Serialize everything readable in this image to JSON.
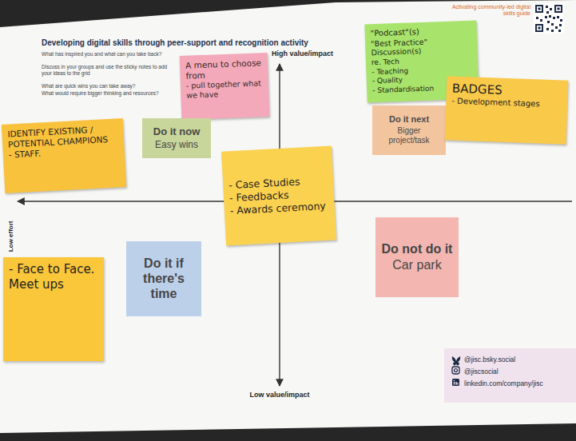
{
  "diagram": {
    "title": "Developing digital skills through peer-support and recognition activity",
    "nodes": [
      {
        "text": [
          "A menu to choose from",
          "- pull together what we have"
        ]
      },
      {
        "text": [
          "\"Podcast\"(s)",
          "\"Best Practice\" Discussion(s)",
          "re. Tech",
          "- Teaching",
          "- Quality",
          "- Standardisation"
        ]
      },
      {
        "text": [
          "Do it now",
          "Easy wins"
        ]
      },
      {
        "text": [
          "Do it next",
          "Bigger project/task"
        ]
      },
      {
        "text": [
          "BADGES",
          "- Development stages"
        ]
      },
      {
        "text": [
          "IDENTIFY EXISTING / POTENTIAL CHAMPIONS",
          "- STAFF."
        ]
      },
      {
        "text": [
          "- Case Studies",
          "- Feedbacks",
          "- Awards ceremony"
        ]
      },
      {
        "text": [
          "Do it if there's time"
        ]
      },
      {
        "text": [
          "Do not do it",
          "Car park"
        ]
      },
      {
        "text": [
          "- Face to Face.",
          "Meet ups"
        ]
      }
    ],
    "labels": [
      "Activating community-led digital skills guide",
      "What has inspired you and what can you take back?",
      "Discuss in your groups and use the sticky notes to add your ideas to the grid",
      "What are quick wins you can take away?",
      "What would require bigger thinking and resources?",
      "High value/impact",
      "Low effort",
      "Low value/impact",
      "@jisc.bsky.social",
      "@jiscsocial",
      "linkedin.com/company/jisc"
    ]
  }
}
